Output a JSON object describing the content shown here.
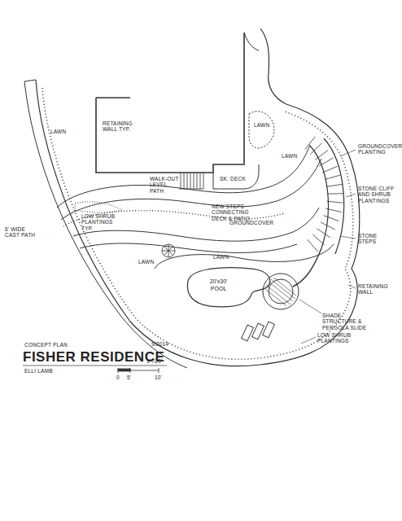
{
  "diagram": {
    "title": "FISHER RESIDENCE",
    "nodes": [
      {
        "text": [
          "20'x30' POOL"
        ]
      }
    ],
    "labels": [
      "RETAINING WALL TYP.",
      "LAWN",
      "LAWN",
      "LAWN",
      "SK. DECK",
      "WALK-OUT LEVEL PATH",
      "LOW SHRUB PLANTINGS TYP.",
      "6' WIDE CAST PATH",
      "NEW STEPS CONNECTING DECK & PATIO",
      "GROUNDCOVER",
      "GROUNDCOVER PLANTING",
      "STONE CLIFF AND SHRUB PLANTINGS",
      "STONE STEPS",
      "LAWN",
      "LAWN",
      "RETAINING WALL",
      "SHADE STRUCTURE & PERGOLA SLIDE",
      "LOW SHRUB PLANTINGS",
      "CONCEPT PLAN",
      "9/2014",
      "ELLI LAMB",
      "1\"=20'",
      "0",
      "5'",
      "10'"
    ]
  }
}
